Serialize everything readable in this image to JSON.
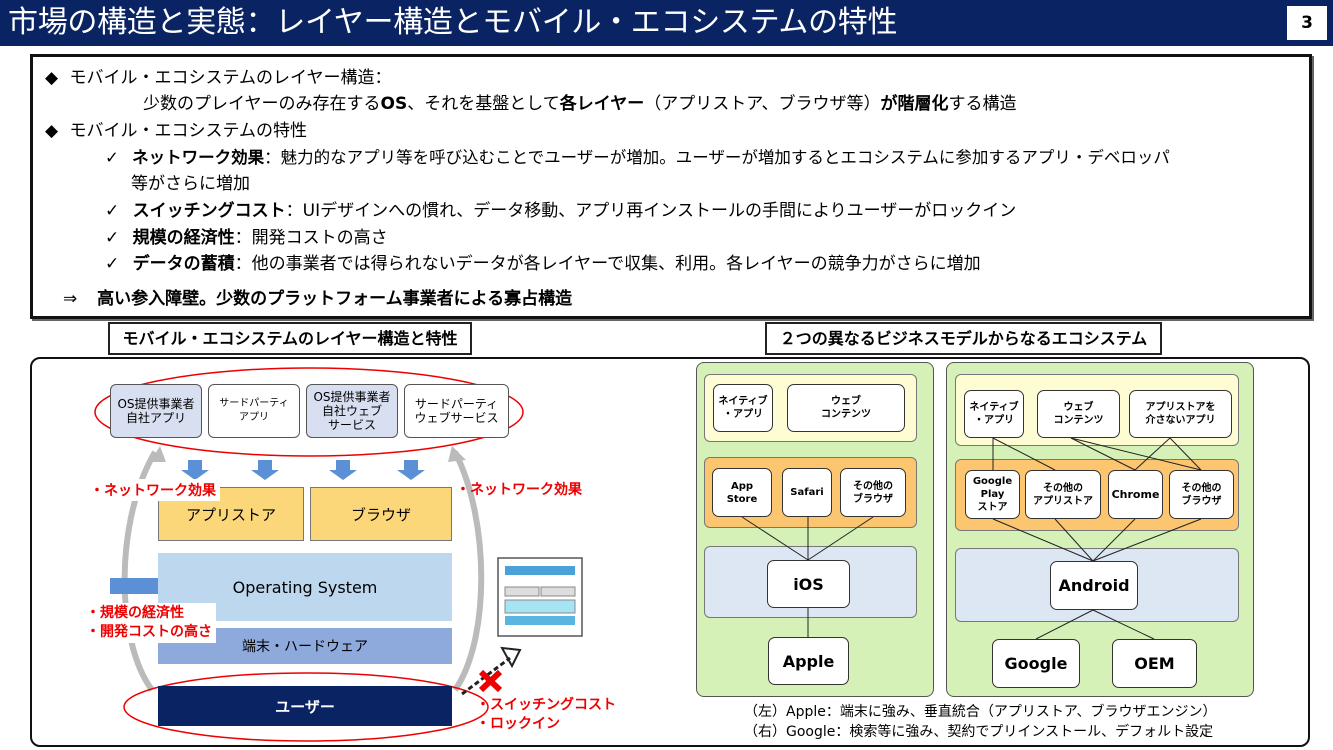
{
  "header": {
    "title": "市場の構造と実態：レイヤー構造とモバイル・エコシステムの特性",
    "page_number": "3"
  },
  "summary": {
    "b1_marker": "◆",
    "b1_title": "モバイル・エコシステムのレイヤー構造：",
    "b1_l2_a": "少数のプレイヤーのみ存在する",
    "b1_l2_b": "OS",
    "b1_l2_c": "、それを基盤として",
    "b1_l2_d": "各レイヤー",
    "b1_l2_e": "（アプリストア、ブラウザ等）",
    "b1_l2_f": "が階層化",
    "b1_l2_g": "する構造",
    "b2_marker": "◆",
    "b2_title": "モバイル・エコシステムの特性",
    "check": "✓",
    "c1_bold": "ネットワーク効果",
    "c1_text": "：魅力的なアプリ等を呼び込むことでユーザーが増加。ユーザーが増加するとエコシステムに参加するアプリ・デベロッパ",
    "c1_text2": "等がさらに増加",
    "c2_bold": "スイッチングコスト",
    "c2_text": "：UIデザインへの慣れ、データ移動、アプリ再インストールの手間によりユーザーがロックイン",
    "c3_bold": "規模の経済性",
    "c3_text": "：開発コストの高さ",
    "c4_bold": "データの蓄積",
    "c4_text": "：他の事業者では得られないデータが各レイヤーで収集、利用。各レイヤーの競争力がさらに増加",
    "conclusion_arrow": "⇒",
    "conclusion": "高い参入障壁。少数のプラットフォーム事業者による寡占構造"
  },
  "left_diagram": {
    "label": "モバイル・エコシステムのレイヤー構造と特性",
    "services": [
      "OS提供事業者\n自社アプリ",
      "サードパーティ\nアプリ",
      "OS提供事業者\n自社ウェブ\nサービス",
      "サードパーティ\nウェブサービス"
    ],
    "app_store": "アプリストア",
    "browser": "ブラウザ",
    "os": "Operating System",
    "hardware": "端末・ハードウェア",
    "user": "ユーザー",
    "network_effect_left": "・ネットワーク効果",
    "network_effect_right": "・ネットワーク効果",
    "scale_1": "・規模の経済性",
    "scale_2": "・開発コストの高さ",
    "switch_1": "・スイッチングコスト",
    "switch_2": "・ロックイン"
  },
  "right_diagram": {
    "label": "２つの異なるビジネスモデルからなるエコシステム",
    "apple": {
      "native_app": "ネイティブ\n・アプリ",
      "web_content": "ウェブ\nコンテンツ",
      "app_store": "App\nStore",
      "safari": "Safari",
      "other_browser": "その他の\nブラウザ",
      "os": "iOS",
      "vendor": "Apple"
    },
    "google": {
      "native_app": "ネイティブ\n・アプリ",
      "web_content": "ウェブ\nコンテンツ",
      "non_store_app": "アプリストアを\n介さないアプリ",
      "play_store": "Google\nPlay\nストア",
      "other_store": "その他の\nアプリストア",
      "chrome": "Chrome",
      "other_browser": "その他の\nブラウザ",
      "os": "Android",
      "vendor1": "Google",
      "vendor2": "OEM"
    },
    "caption_left": "（左）Apple：端末に強み、垂直統合（アプリストア、ブラウザエンジン）",
    "caption_right": "（右）Google：検索等に強み、契約でプリインストール、デフォルト設定"
  },
  "colors": {
    "header_bg": "#0a2463",
    "outer_green": "#d6f1b8",
    "inner_yellow": "#fefcd2",
    "inner_orange": "#fbc66f",
    "inner_blue": "#dde6f3",
    "accent_red": "#e00000"
  }
}
